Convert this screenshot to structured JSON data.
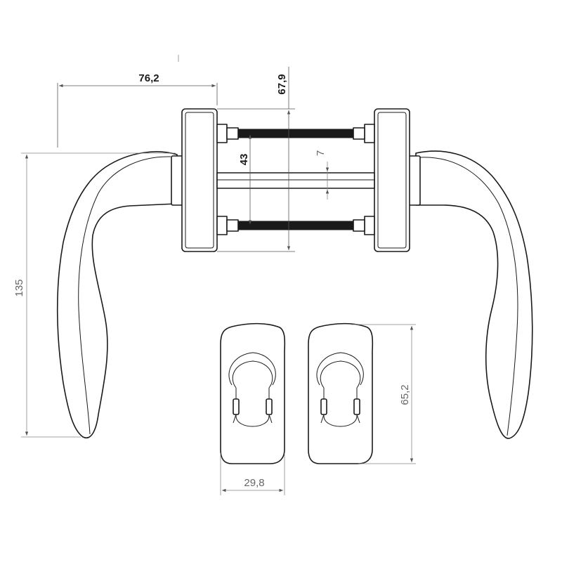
{
  "dimensions": {
    "width_76_2": "76,2",
    "height_67_9": "67,9",
    "spacing_43": "43",
    "square_7": "7",
    "handle_135": "135",
    "rosette_width": "29,8",
    "rosette_height": "65,2"
  }
}
